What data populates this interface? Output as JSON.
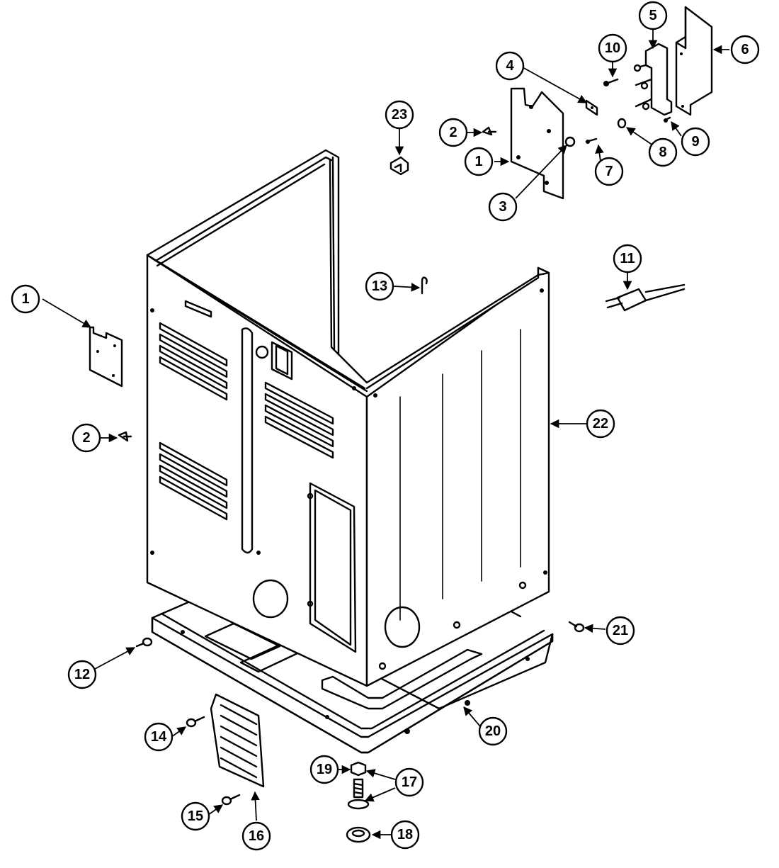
{
  "callouts": [
    {
      "id": "c1a",
      "label": "1"
    },
    {
      "id": "c1b",
      "label": "1"
    },
    {
      "id": "c2a",
      "label": "2"
    },
    {
      "id": "c2b",
      "label": "2"
    },
    {
      "id": "c3",
      "label": "3"
    },
    {
      "id": "c4",
      "label": "4"
    },
    {
      "id": "c5",
      "label": "5"
    },
    {
      "id": "c6",
      "label": "6"
    },
    {
      "id": "c7",
      "label": "7"
    },
    {
      "id": "c8",
      "label": "8"
    },
    {
      "id": "c9",
      "label": "9"
    },
    {
      "id": "c10",
      "label": "10"
    },
    {
      "id": "c11",
      "label": "11"
    },
    {
      "id": "c12",
      "label": "12"
    },
    {
      "id": "c13",
      "label": "13"
    },
    {
      "id": "c14",
      "label": "14"
    },
    {
      "id": "c15",
      "label": "15"
    },
    {
      "id": "c16",
      "label": "16"
    },
    {
      "id": "c17",
      "label": "17"
    },
    {
      "id": "c18",
      "label": "18"
    },
    {
      "id": "c19",
      "label": "19"
    },
    {
      "id": "c20",
      "label": "20"
    },
    {
      "id": "c21",
      "label": "21"
    },
    {
      "id": "c22",
      "label": "22"
    },
    {
      "id": "c23",
      "label": "23"
    }
  ]
}
